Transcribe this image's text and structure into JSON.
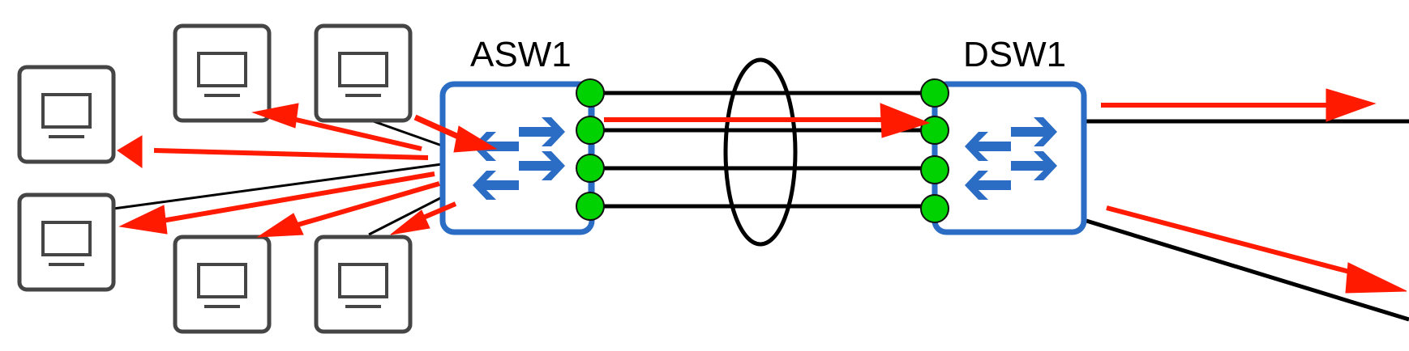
{
  "switches": [
    {
      "id": "asw1",
      "label": "ASW1"
    },
    {
      "id": "dsw1",
      "label": "DSW1"
    }
  ],
  "pcs": [
    {
      "id": "pc-left-top",
      "icon": "pc-icon"
    },
    {
      "id": "pc-left-bottom",
      "icon": "pc-icon"
    },
    {
      "id": "pc-top-1",
      "icon": "pc-icon"
    },
    {
      "id": "pc-top-2",
      "icon": "pc-icon"
    },
    {
      "id": "pc-bottom-1",
      "icon": "pc-icon"
    },
    {
      "id": "pc-bottom-2",
      "icon": "pc-icon"
    }
  ],
  "etherchannel_links": 4,
  "colors": {
    "switch_border": "#2b6cc4",
    "switch_arrows": "#2b6cc4",
    "port_dot": "#00d100",
    "traffic_arrow": "#ff1a00",
    "pc_border": "#454545",
    "link": "#000000"
  }
}
